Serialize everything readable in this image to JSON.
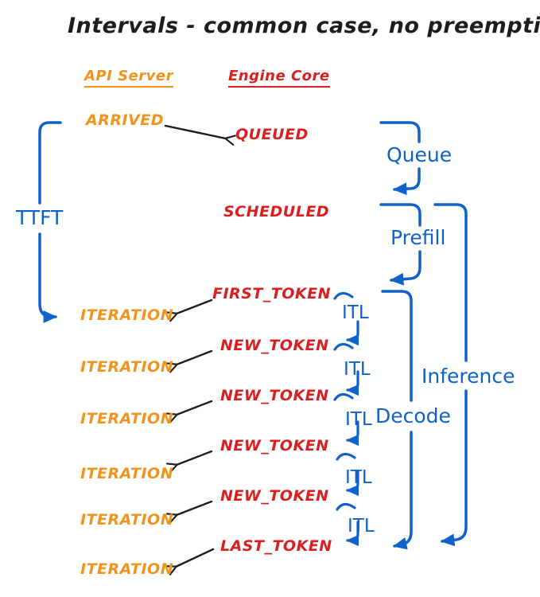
{
  "title": "Intervals - common case, no preemptions",
  "columns": {
    "api_server": "API Server",
    "engine_core": "Engine Core"
  },
  "events": {
    "arrived": "ARRIVED",
    "queued": "QUEUED",
    "scheduled": "SCHEDULED",
    "first_token": "FIRST_TOKEN",
    "new_token": "NEW_TOKEN",
    "last_token": "LAST_TOKEN",
    "iteration": "ITERATION"
  },
  "intervals": {
    "ttft": "TTFT",
    "queue": "Queue",
    "prefill": "Prefill",
    "itl": "ITL",
    "decode": "Decode",
    "inference": "Inference"
  },
  "colors": {
    "api_orange": "#F0941E",
    "engine_red": "#D91F1F",
    "interval_blue": "#1161CB",
    "ink_black": "#1D1D1D"
  }
}
